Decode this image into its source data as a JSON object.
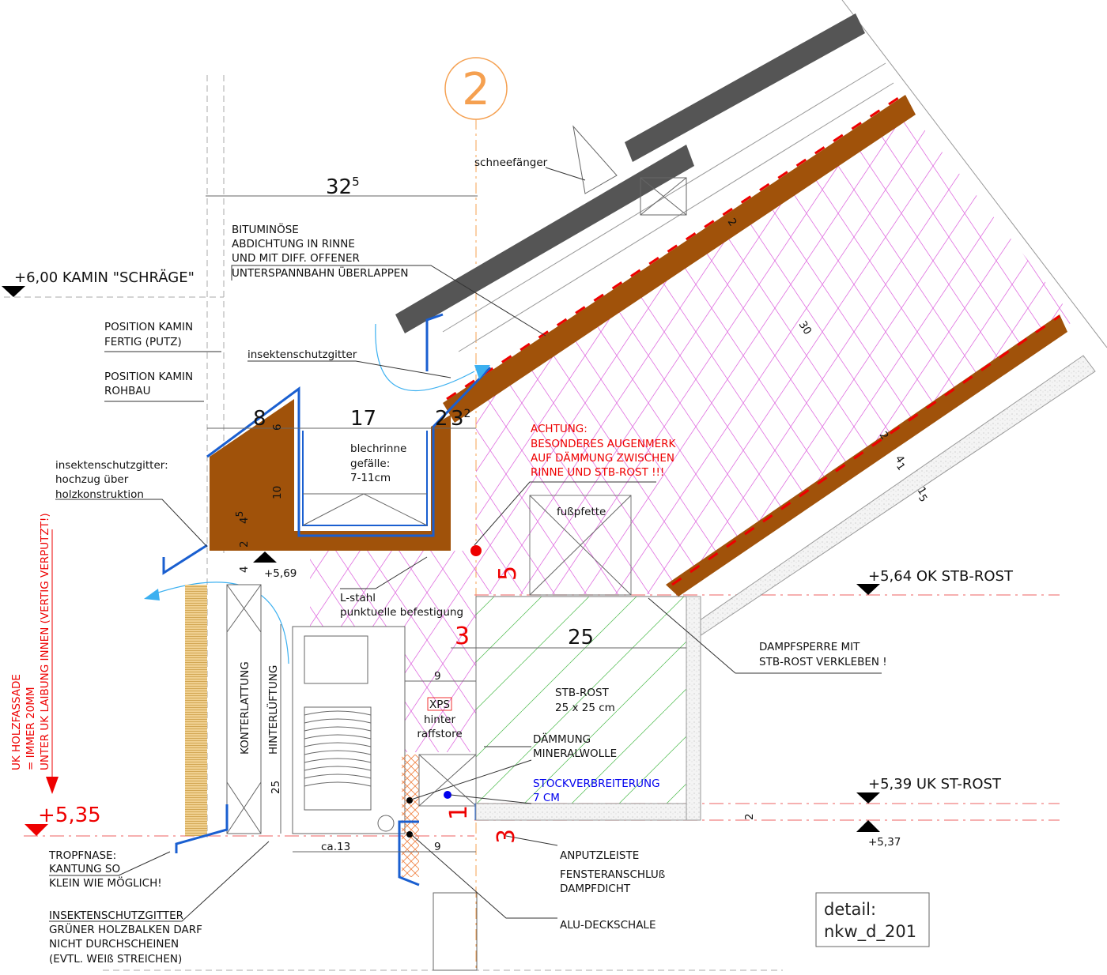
{
  "detail_marker": "2",
  "detail_box": {
    "line1": "detail:",
    "line2": "nkw_d_201"
  },
  "levels": {
    "kamin": "+6,00 KAMIN \"SCHRÄGE\"",
    "ok_stb_rost": "+5,64 OK STB-ROST",
    "uk_st_rost": "+5,39 UK ST-ROST",
    "l537": "+5,37",
    "l569": "+5,69",
    "l535": "+5,35"
  },
  "dimensions": {
    "d32_5": "32",
    "d32_5_sup": "5",
    "d8": "8",
    "d6": "6",
    "d17": "17",
    "d2_left": "2",
    "d3_2": "3",
    "d3_2_sup": "2",
    "d10": "10",
    "d4_5": "4",
    "d4_5_sup": "5",
    "d2b": "2",
    "d4": "4",
    "d2_roof": "2",
    "d30": "30",
    "d2_roof2": "2",
    "d4_1": "4",
    "d4_1_sub": "1",
    "d1_5": "1",
    "d1_5_sub": "5",
    "d25_right": "25",
    "d9_top": "9",
    "d25_left": "25",
    "d9_bottom": "9",
    "ca13": "ca.13",
    "d2_slab": "2",
    "red_5": "5",
    "red_3_top": "3",
    "red_1": "1",
    "red_3_bottom": "3"
  },
  "notes": {
    "schneefaenger": "schneefänger",
    "bitumen": [
      "BITUMINÖSE",
      "ABDICHTUNG IN RINNE",
      "UND MIT DIFF. OFFENER",
      "UNTERSPANNBAHN ÜBERLAPPEN"
    ],
    "pos_fertig": [
      "POSITION KAMIN",
      "FERTIG (PUTZ)"
    ],
    "pos_rohbau": [
      "POSITION KAMIN",
      "ROHBAU"
    ],
    "insekt_top": "insektenschutzgitter",
    "insekt_hochzug": [
      "insektenschutzgitter:",
      "hochzug über",
      "holzkonstruktion"
    ],
    "blechrinne": [
      "blechrinne",
      "gefälle:",
      "7-11cm"
    ],
    "achtung": [
      "ACHTUNG:",
      "BESONDERES AUGENMERK",
      "AUF DÄMMUNG ZWISCHEN",
      "RINNE UND STB-ROST !!!"
    ],
    "fusspfette": "fußpfette",
    "lstahl": [
      "L-stahl",
      "punktuelle befestigung"
    ],
    "dampfsperre": [
      "DAMPFSPERRE MIT",
      "STB-ROST VERKLEBEN !"
    ],
    "stbrost": [
      "STB-ROST",
      "25 x 25 cm"
    ],
    "xps": [
      "XPS",
      "hinter",
      "raffstore"
    ],
    "daemmung": [
      "DÄMMUNG",
      "MINERALWOLLE"
    ],
    "stockverbreiterung": [
      "STOCKVERBREITERUNG",
      "7 CM"
    ],
    "anputzleiste": "ANPUTZLEISTE",
    "fensteranschluss": [
      "FENSTERANSCHLUß",
      "DAMPFDICHT"
    ],
    "alu": "ALU-DECKSCHALE",
    "konterlattung": "KONTERLATTUNG",
    "hinterlueftung": "HINTERLÜFTUNG",
    "uk_holz": [
      "UK HOLZFASSADE",
      "= IMMER 20MM",
      "UNTER UK LAIBUNG INNEN (VERTIG VERPUTZT!)"
    ],
    "tropfnase": [
      "TROPFNASE:",
      "KANTUNG SO",
      "KLEIN WIE MÖGLICH!"
    ],
    "insekt_bottom": [
      "INSEKTENSCHUTZGITTER",
      "GRÜNER HOLZBALKEN DARF",
      "NICHT DURCHSCHEINEN",
      "(EVTL. WEIß STREICHEN)"
    ]
  },
  "colors": {
    "wood": "#a0520a",
    "tile": "#555555",
    "insulation": "#e070e0",
    "membrane": "#1a5fd0",
    "warning": "#ee0000",
    "marker": "#f5a050"
  }
}
